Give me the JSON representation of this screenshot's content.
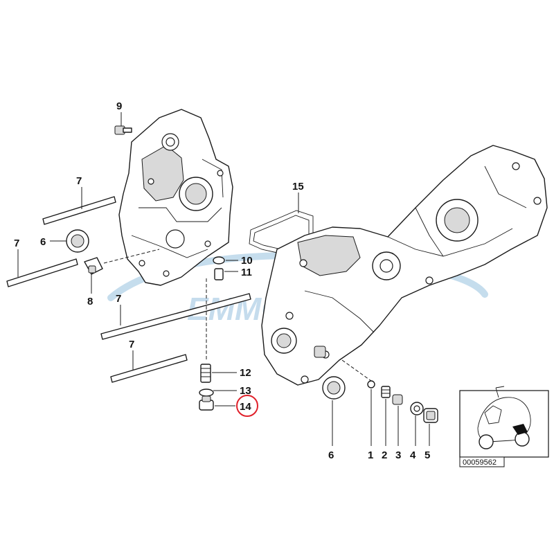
{
  "diagram": {
    "watermark": "EMMOTO.EU",
    "reference_id": "00059562",
    "highlight_color": "#e0202a",
    "callouts": {
      "c9": "9",
      "c7_top": "7",
      "c6_left": "6",
      "c7_left": "7",
      "c8": "8",
      "c15": "15",
      "c10": "10",
      "c11": "11",
      "c7_mid": "7",
      "c7_low": "7",
      "c12": "12",
      "c13": "13",
      "c14": "14",
      "c6_bottom": "6",
      "c1": "1",
      "c2": "2",
      "c3": "3",
      "c4": "4",
      "c5": "5"
    },
    "highlighted_callout": "14"
  }
}
